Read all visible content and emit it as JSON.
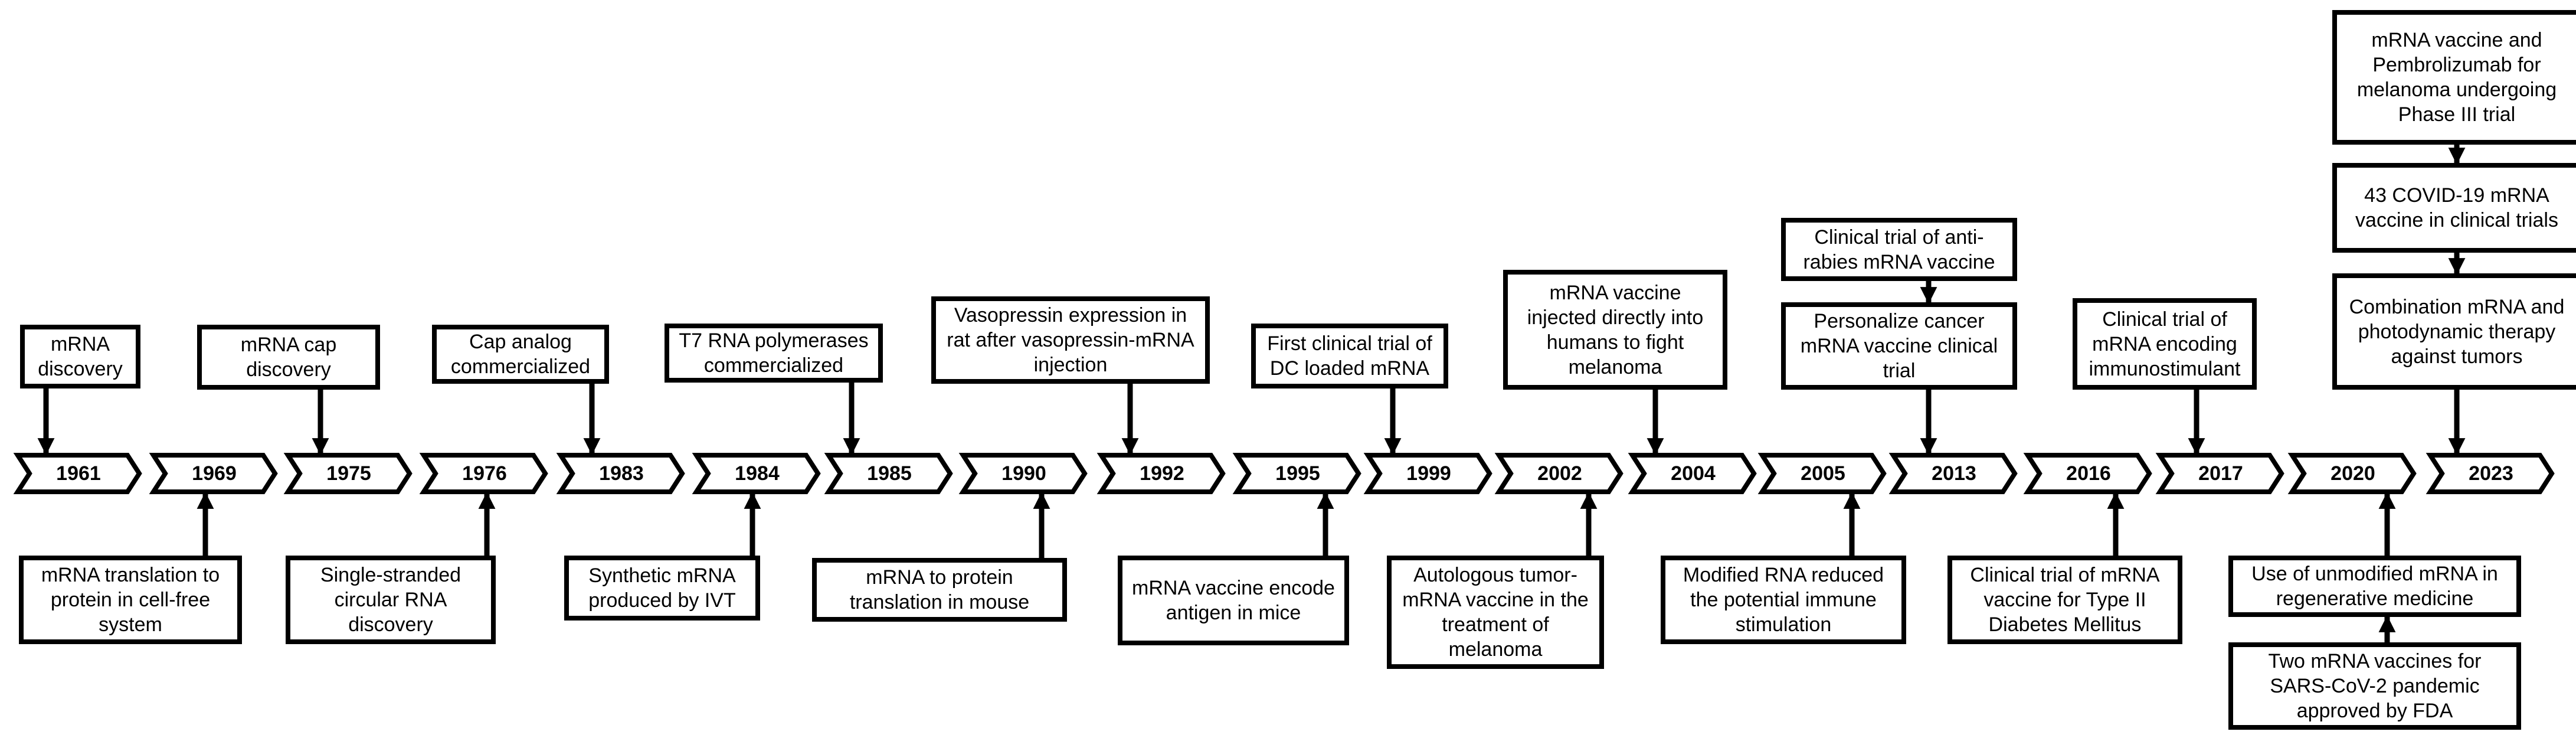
{
  "years": [
    "1961",
    "1969",
    "1975",
    "1976",
    "1983",
    "1984",
    "1985",
    "1990",
    "1992",
    "1995",
    "1999",
    "2002",
    "2004",
    "2005",
    "2013",
    "2016",
    "2017",
    "2020",
    "2023"
  ],
  "events": [
    {
      "id": "mrna-discovery",
      "text": "mRNA discovery",
      "year": "1961"
    },
    {
      "id": "mrna-translation-cell-free",
      "text": "mRNA translation to protein in cell-free system",
      "year": "1969"
    },
    {
      "id": "mrna-cap-discovery",
      "text": "mRNA cap discovery",
      "year": "1975"
    },
    {
      "id": "circular-rna-discovery",
      "text": "Single-stranded circular RNA discovery",
      "year": "1976"
    },
    {
      "id": "cap-analog-commercialized",
      "text": "Cap analog commercialized",
      "year": "1983"
    },
    {
      "id": "synthetic-mrna-ivt",
      "text": "Synthetic mRNA produced by IVT",
      "year": "1984"
    },
    {
      "id": "t7-rna-polymerases",
      "text": "T7 RNA polymerases commercialized",
      "year": "1985"
    },
    {
      "id": "mrna-translation-mouse",
      "text": "mRNA to protein translation in mouse",
      "year": "1990"
    },
    {
      "id": "vasopressin-expression",
      "text": "Vasopressin expression in rat after vasopressin-mRNA injection",
      "year": "1992"
    },
    {
      "id": "mrna-vaccine-antigen-mice",
      "text": "mRNA vaccine encode antigen in mice",
      "year": "1995"
    },
    {
      "id": "first-clinical-trial-dc",
      "text": "First clinical trial of DC loaded mRNA",
      "year": "1999"
    },
    {
      "id": "autologous-tumor-vaccine",
      "text": "Autologous tumor-mRNA vaccine in the treatment of melanoma",
      "year": "2002"
    },
    {
      "id": "vaccine-injected-humans",
      "text": "mRNA vaccine injected directly into humans to fight melanoma",
      "year": "2004"
    },
    {
      "id": "modified-rna-reduced",
      "text": "Modified RNA reduced the potential immune stimulation",
      "year": "2005"
    },
    {
      "id": "personalize-cancer-vaccine",
      "text": "Personalize cancer mRNA vaccine clinical trial",
      "year": "2013"
    },
    {
      "id": "anti-rabies-trial",
      "text": "Clinical trial of anti-rabies mRNA vaccine",
      "year": "2013"
    },
    {
      "id": "type-ii-diabetes-trial",
      "text": "Clinical trial of mRNA vaccine for Type II Diabetes Mellitus",
      "year": "2016"
    },
    {
      "id": "immunostimulant-trial",
      "text": "Clinical trial of mRNA encoding immunostimulant",
      "year": "2017"
    },
    {
      "id": "regenerative-medicine",
      "text": "Use of unmodified mRNA in regenerative medicine",
      "year": "2020"
    },
    {
      "id": "sars-cov-2-approved",
      "text": "Two mRNA vaccines for SARS-CoV-2 pandemic approved by FDA",
      "year": "2020"
    },
    {
      "id": "photodynamic-therapy",
      "text": "Combination mRNA and photodynamic therapy against tumors",
      "year": "2023"
    },
    {
      "id": "covid-trials",
      "text": "43 COVID-19 mRNA vaccine in clinical trials",
      "year": "2023"
    },
    {
      "id": "pembrolizumab-trial",
      "text": "mRNA vaccine and Pembrolizumab for melanoma undergoing Phase III trial",
      "year": "2023"
    }
  ]
}
